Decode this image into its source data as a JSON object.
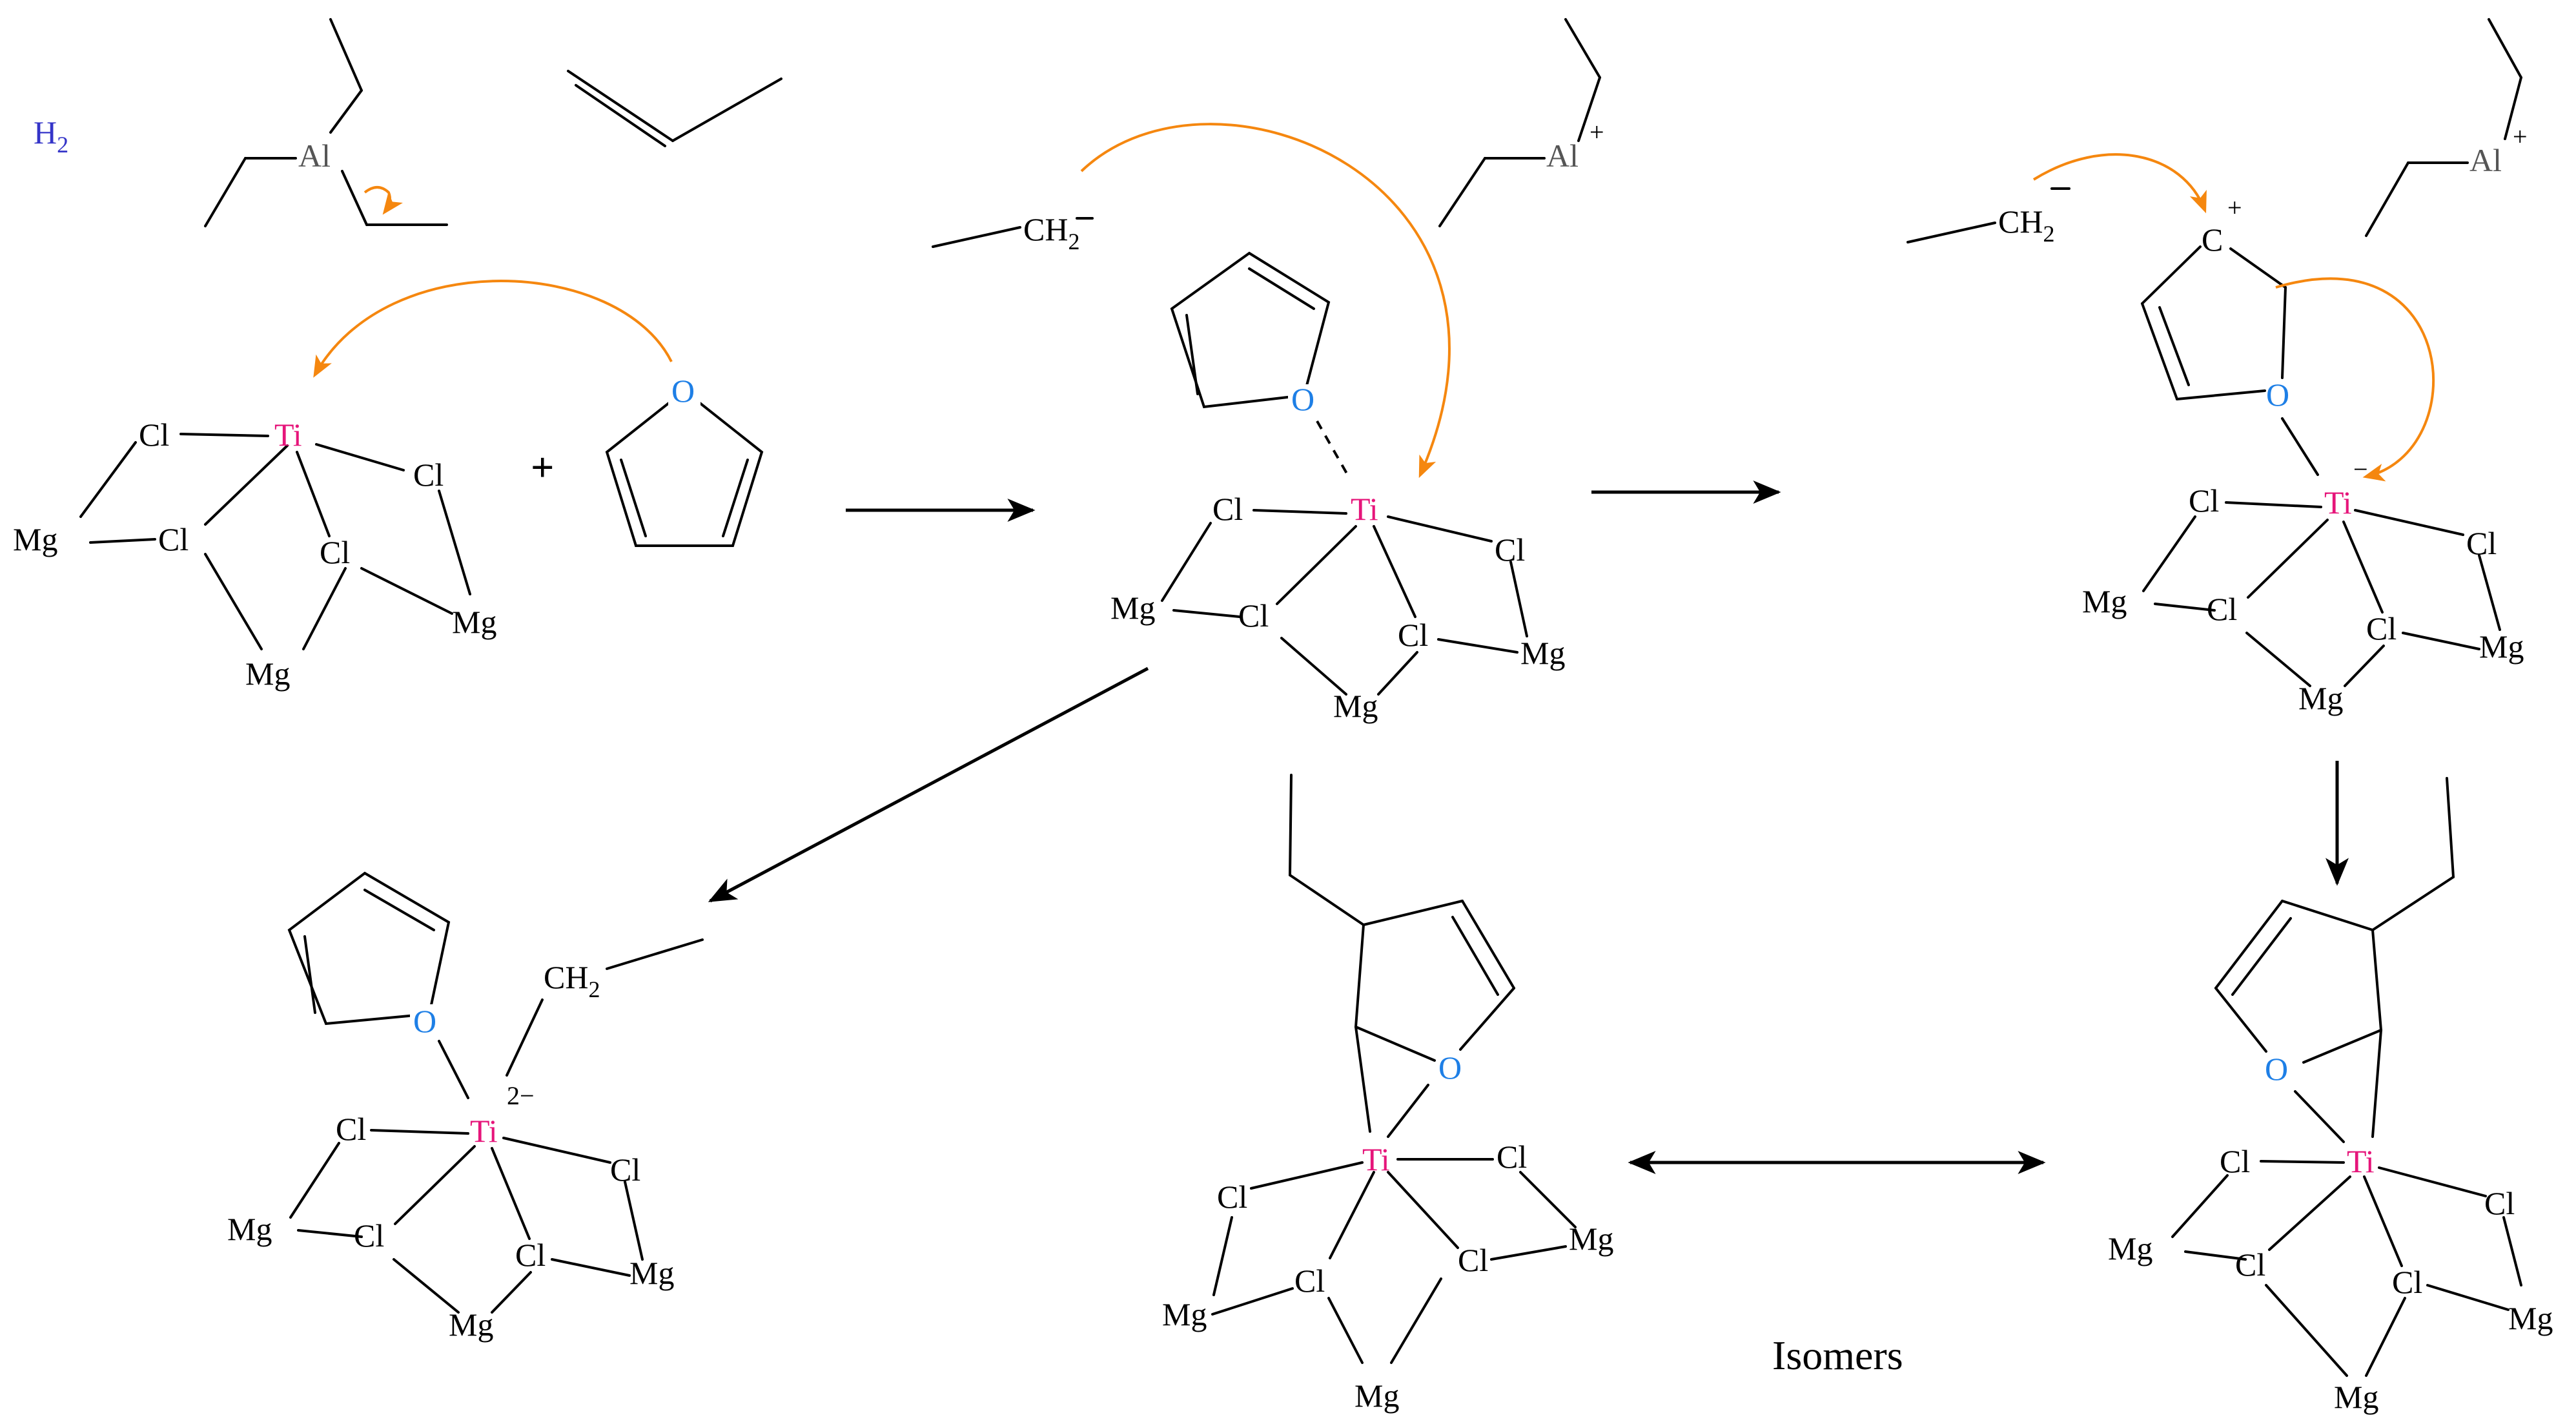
{
  "atoms": {
    "ti": "Ti",
    "cl": "Cl",
    "mg": "Mg",
    "o": "O",
    "al": "Al",
    "ch2": "CH",
    "sub2": "2",
    "c": "C"
  },
  "symbols": {
    "plus": "+",
    "minus": "−",
    "dianion": "2−"
  },
  "reagents": {
    "hydrogen": "H",
    "hydrogen_sub": "2"
  },
  "labels": {
    "isomers": "Isomers"
  },
  "colors": {
    "titanium": "#e6157a",
    "oxygen": "#1e7fe6",
    "aluminium": "#555555",
    "hydrogen": "#3434c8",
    "electron_arrow": "#f5870f"
  }
}
